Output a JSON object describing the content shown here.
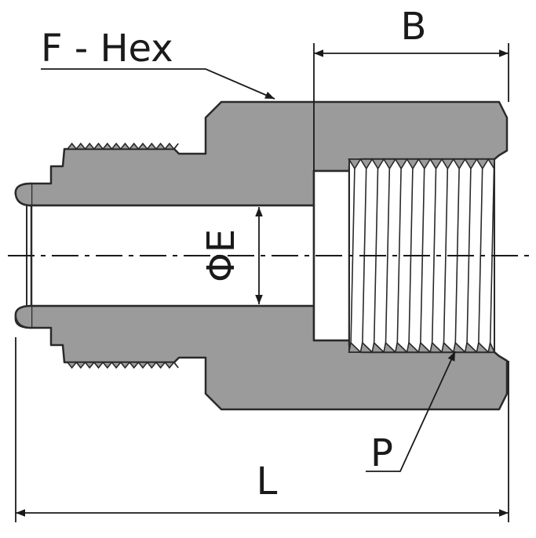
{
  "labels": {
    "hex": "F - Hex",
    "b": "B",
    "bore": "ΦE",
    "thread": "P",
    "length": "L"
  },
  "colors": {
    "body": "#9b9b9b",
    "outline": "#2a2a2a",
    "bore": "#ffffff",
    "background": "#ffffff"
  }
}
